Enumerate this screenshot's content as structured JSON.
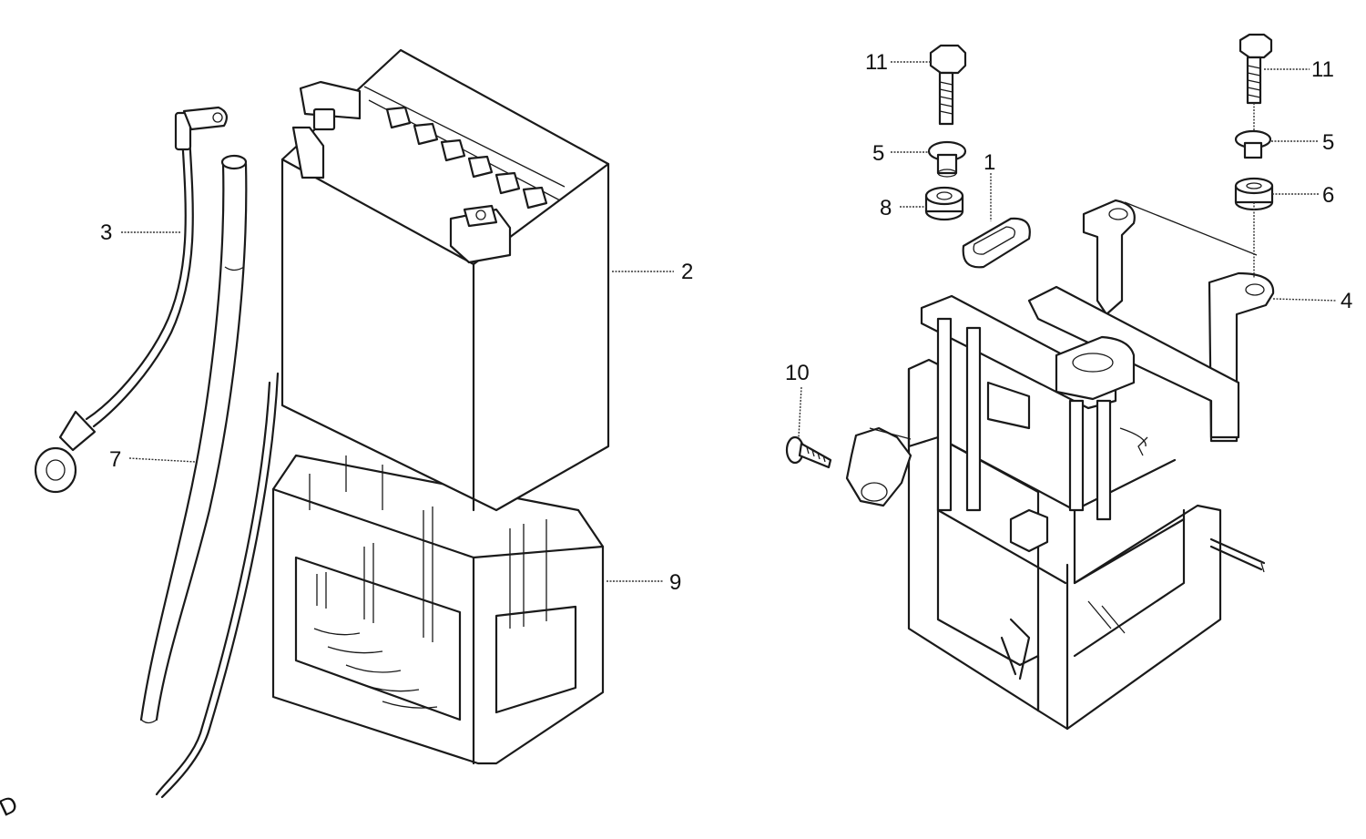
{
  "callouts": {
    "c1": "1",
    "c2": "2",
    "c3": "3",
    "c4": "4",
    "c5a": "5",
    "c5b": "5",
    "c6": "6",
    "c7": "7",
    "c8": "8",
    "c9": "9",
    "c10": "10",
    "c11a": "11",
    "c11b": "11"
  },
  "corner_mark": "D"
}
